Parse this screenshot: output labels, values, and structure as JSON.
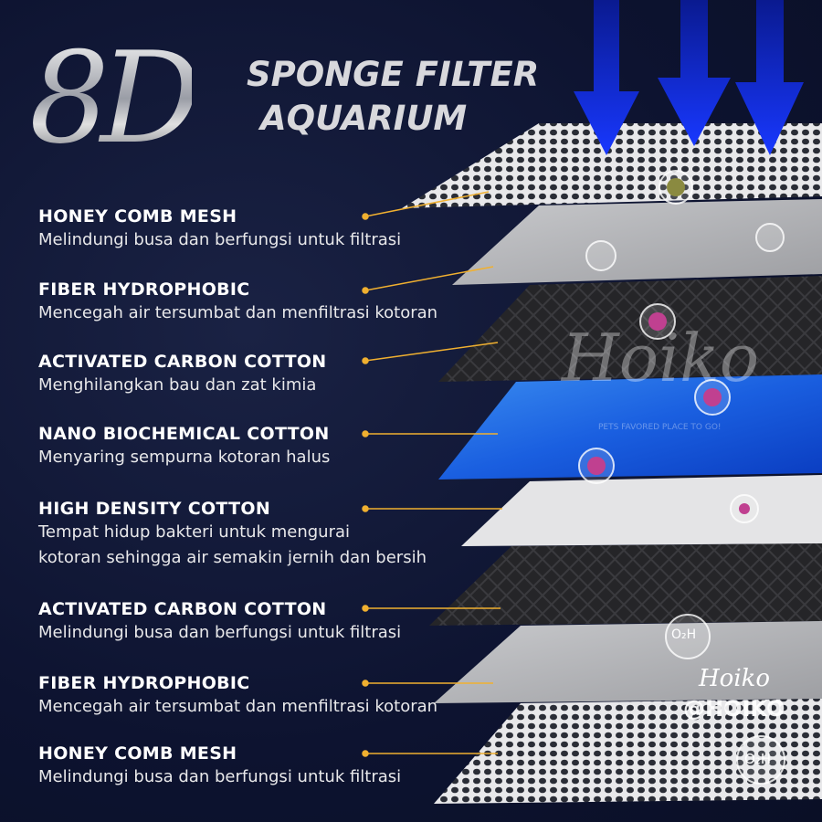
{
  "header": {
    "logo": "8D",
    "title_line1": "SPONGE FILTER",
    "title_line2": "AQUARIUM"
  },
  "layers": [
    {
      "name": "HONEY COMB MESH",
      "desc": [
        "Melindungi busa dan berfungsi untuk filtrasi"
      ]
    },
    {
      "name": "FIBER HYDROPHOBIC",
      "desc": [
        "Mencegah air tersumbat dan menfiltrasi kotoran"
      ]
    },
    {
      "name": "ACTIVATED CARBON COTTON",
      "desc": [
        "Menghilangkan bau dan zat kimia"
      ]
    },
    {
      "name": "NANO BIOCHEMICAL COTTON",
      "desc": [
        "Menyaring sempurna kotoran halus"
      ]
    },
    {
      "name": "HIGH DENSITY COTTON",
      "desc": [
        "Tempat hidup bakteri untuk mengurai",
        "kotoran sehingga air semakin jernih dan bersih"
      ]
    },
    {
      "name": "ACTIVATED CARBON COTTON",
      "desc": [
        "Melindungi busa dan berfungsi untuk filtrasi"
      ]
    },
    {
      "name": "FIBER HYDROPHOBIC",
      "desc": [
        "Mencegah air tersumbat dan menfiltrasi kotoran"
      ]
    },
    {
      "name": "HONEY COMB MESH",
      "desc": [
        "Melindungi busa dan berfungsi untuk filtrasi"
      ]
    }
  ],
  "watermark": {
    "brand": "Hoiko",
    "tagline": "PETS FAVORED PLACE TO GO!",
    "handle": "@HOIKO",
    "bubble_label": "O₂H"
  },
  "colors": {
    "background": "#0e1530",
    "arrow": "#1030e8",
    "pointer": "#f0b030"
  }
}
